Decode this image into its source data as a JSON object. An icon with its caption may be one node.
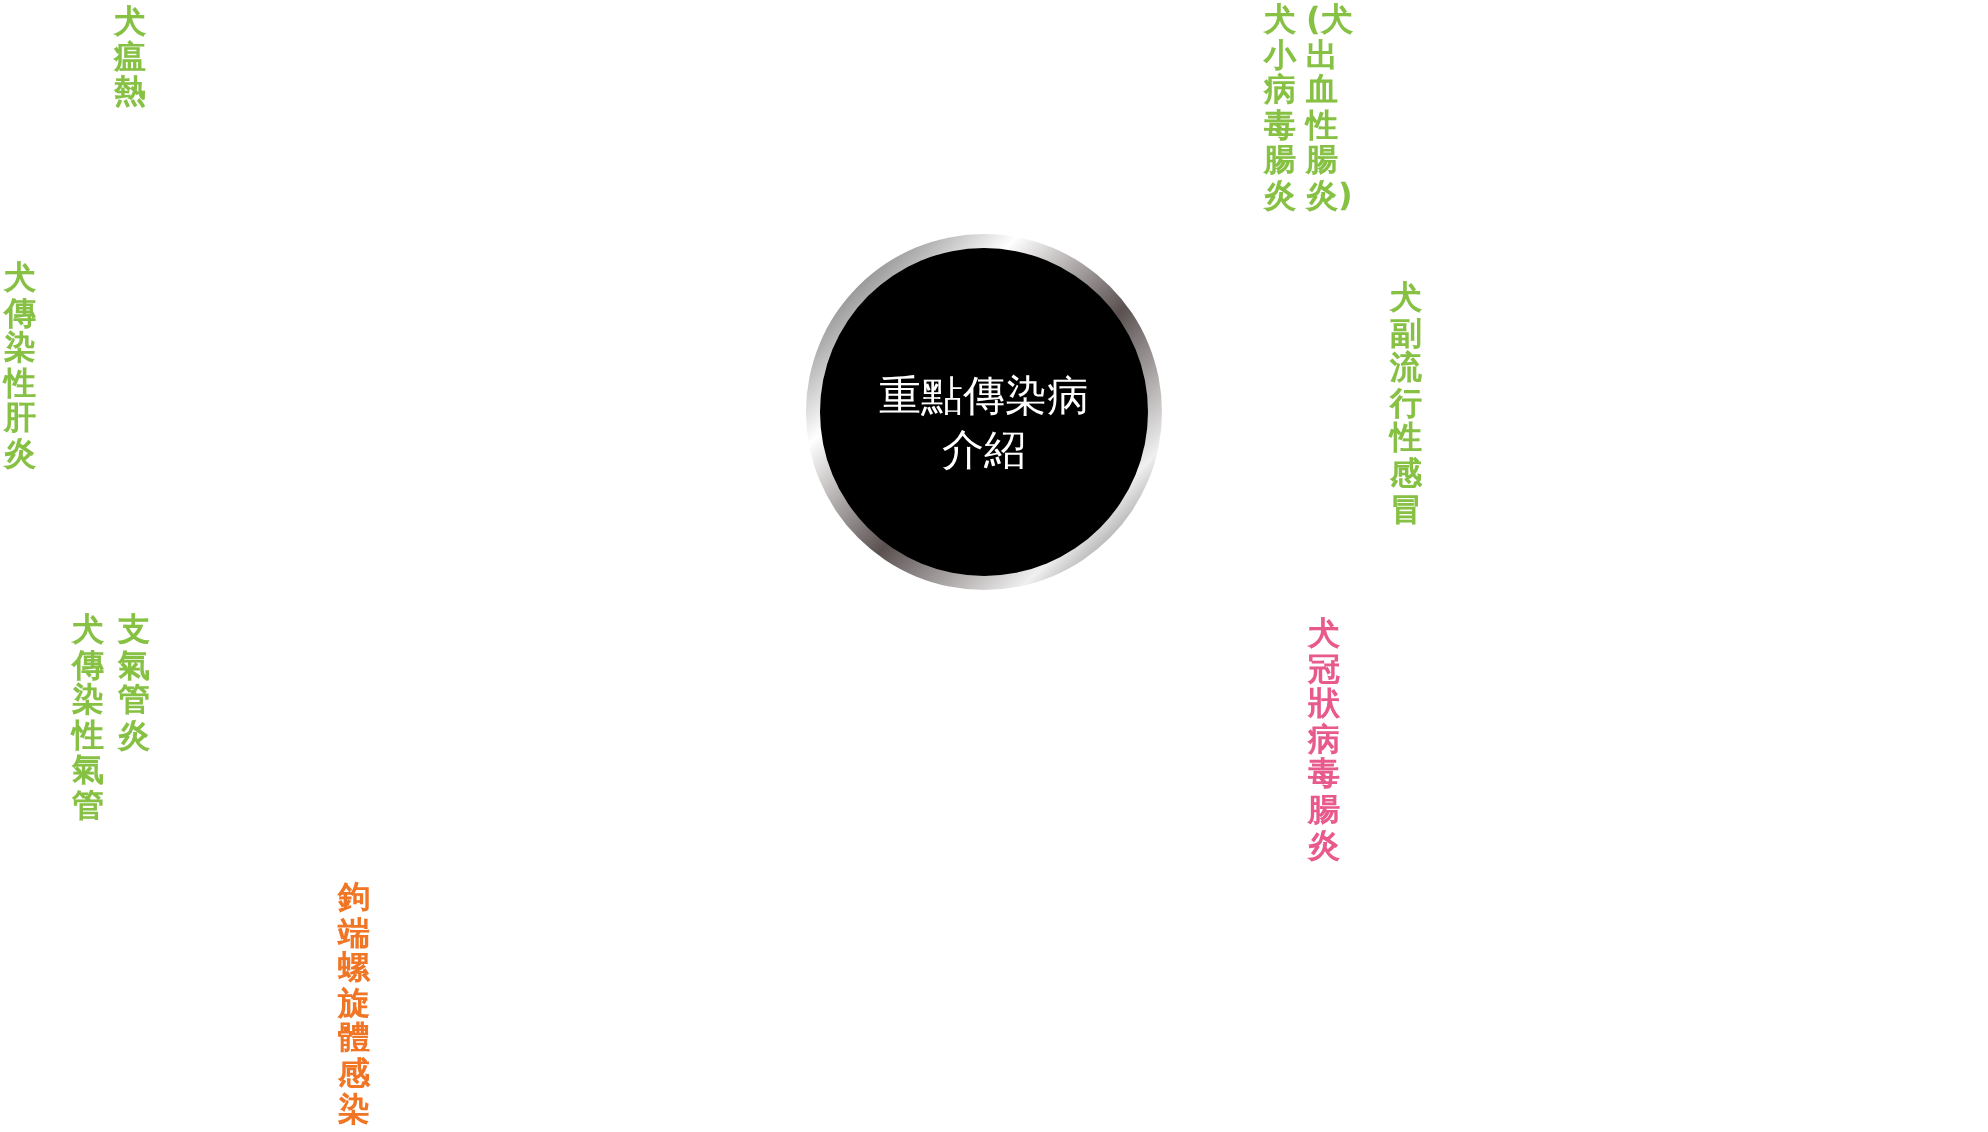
{
  "diagram": {
    "nodes": [
      {
        "text": [
          "重點傳染病介紹"
        ]
      }
    ],
    "labels": [
      "犬瘟熱",
      "犬傳染性肝炎",
      "犬傳染性氣管支氣管炎",
      "鉤端螺旋體感染",
      "犬小病毒腸炎",
      "(犬出血性腸炎)",
      "犬副流行性感冒",
      "犬冠狀病毒腸炎"
    ]
  }
}
